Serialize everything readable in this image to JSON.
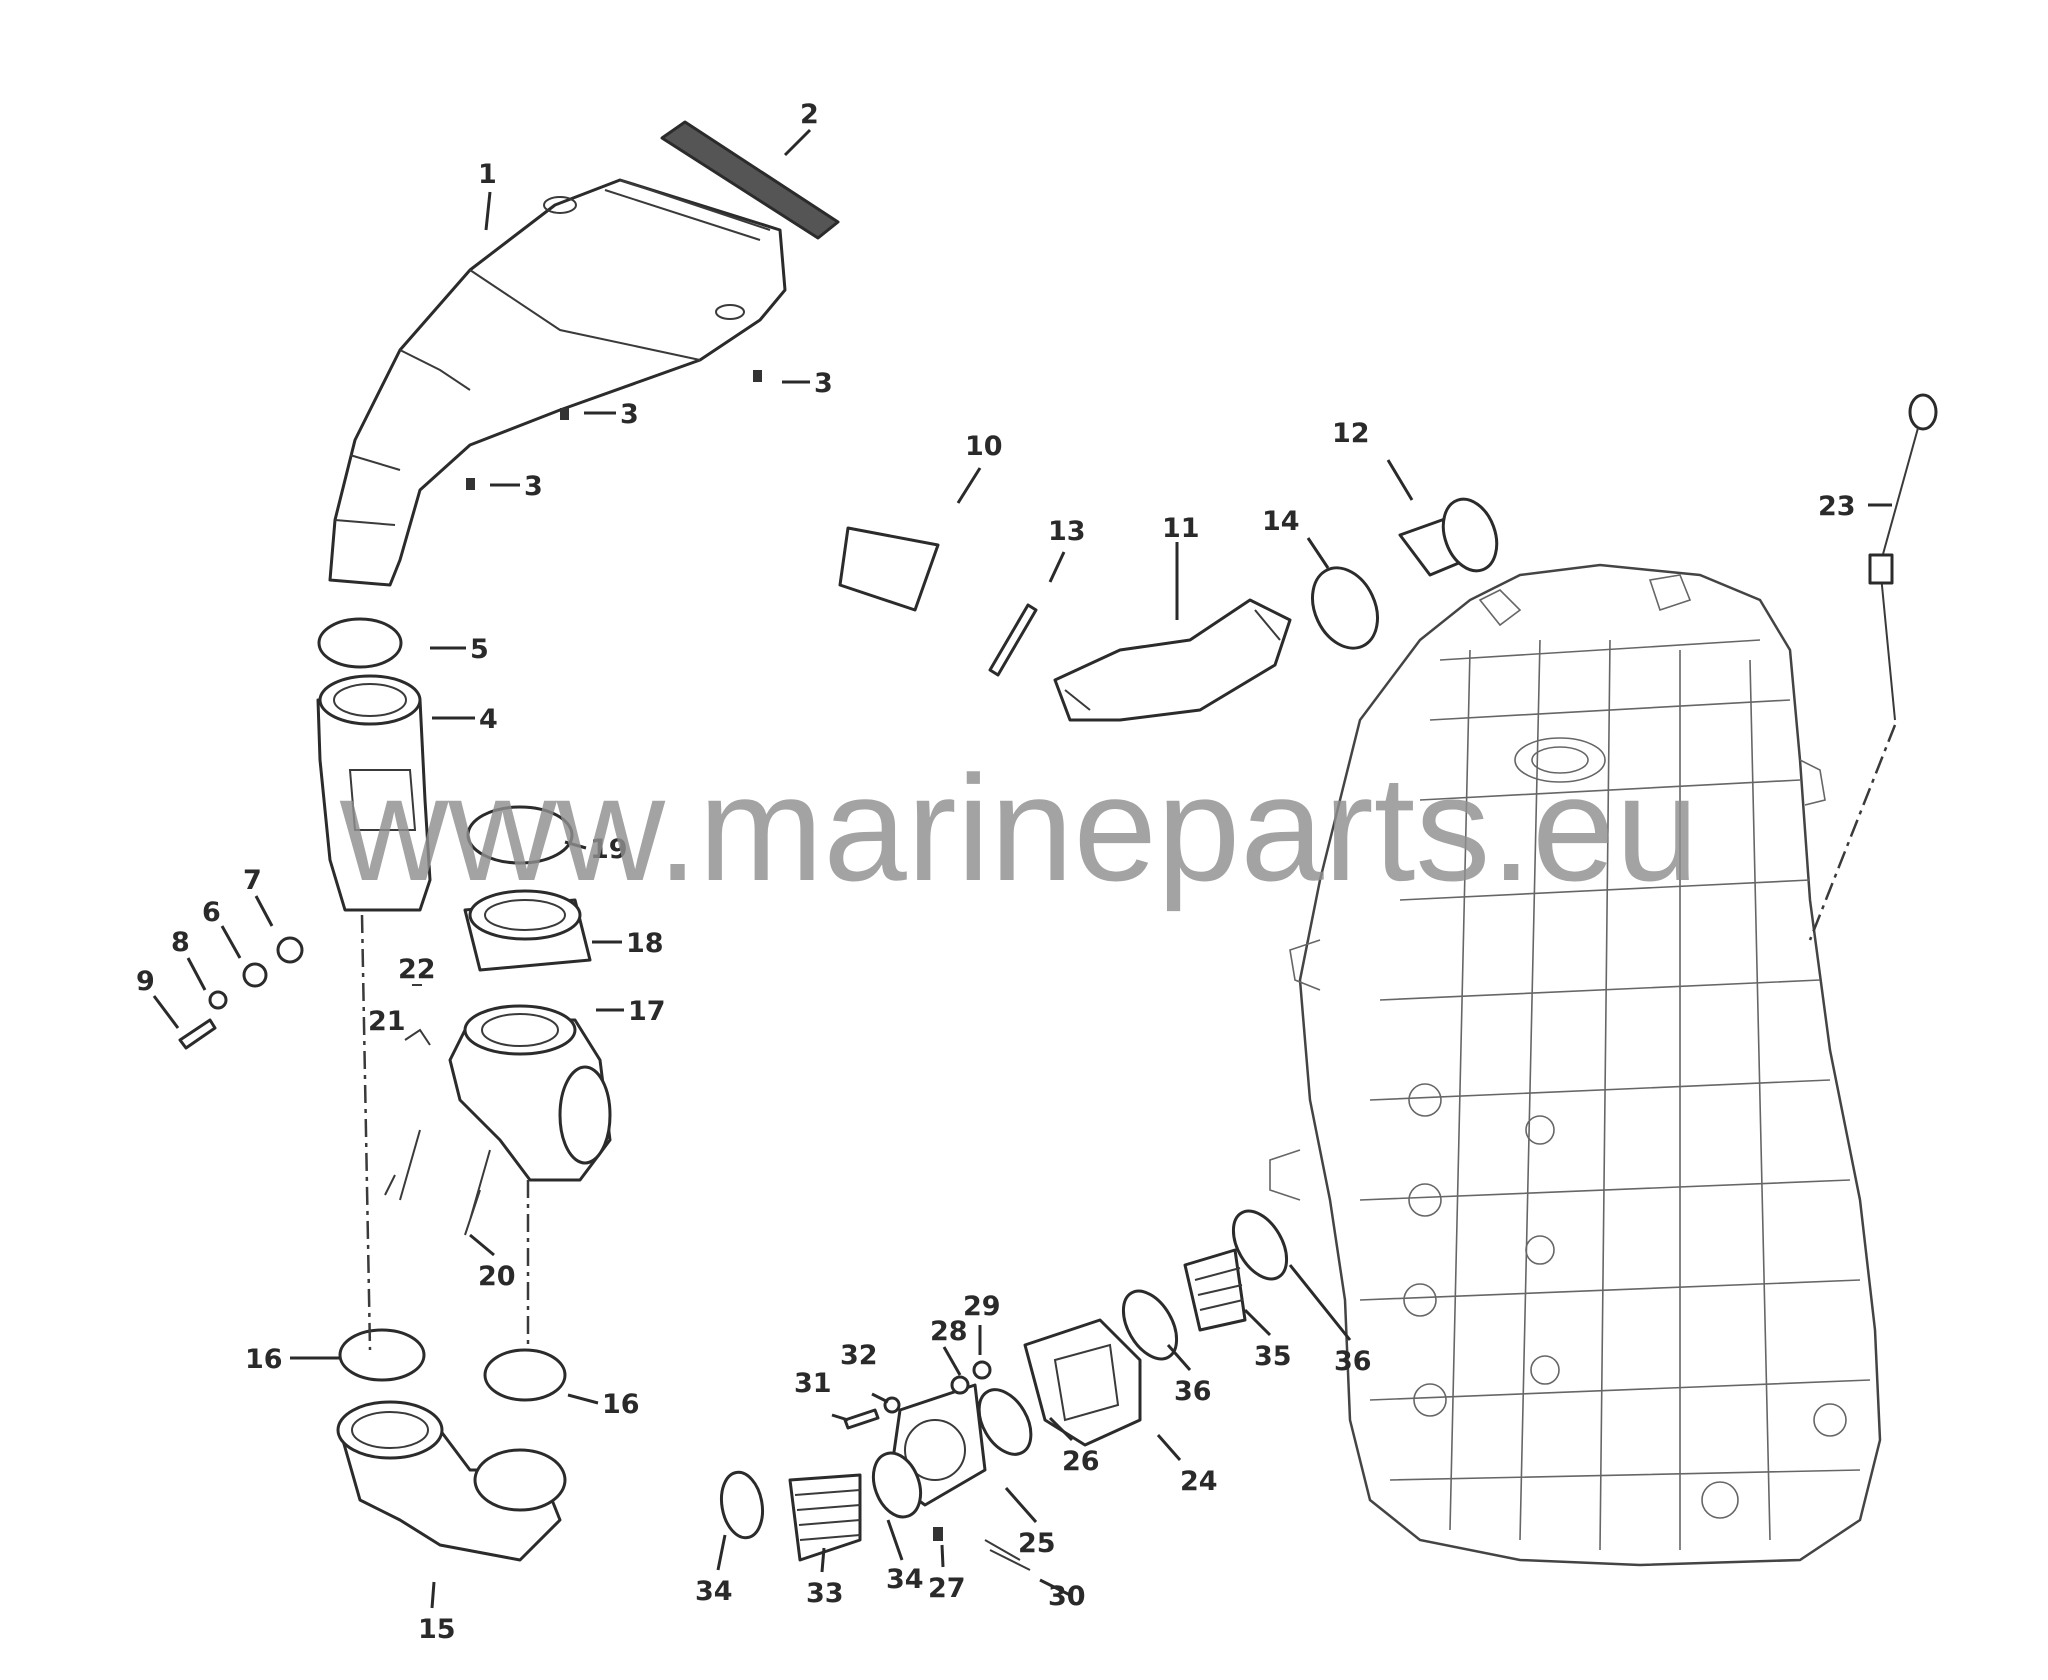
{
  "watermark": "www.marineparts.eu",
  "callouts": [
    {
      "label": "1"
    },
    {
      "label": "2"
    },
    {
      "label": "3"
    },
    {
      "label": "3"
    },
    {
      "label": "3"
    },
    {
      "label": "4"
    },
    {
      "label": "5"
    },
    {
      "label": "6"
    },
    {
      "label": "7"
    },
    {
      "label": "8"
    },
    {
      "label": "9"
    },
    {
      "label": "10"
    },
    {
      "label": "11"
    },
    {
      "label": "12"
    },
    {
      "label": "13"
    },
    {
      "label": "14"
    },
    {
      "label": "15"
    },
    {
      "label": "16"
    },
    {
      "label": "16"
    },
    {
      "label": "17"
    },
    {
      "label": "18"
    },
    {
      "label": "19"
    },
    {
      "label": "20"
    },
    {
      "label": "21"
    },
    {
      "label": "22"
    },
    {
      "label": "23"
    },
    {
      "label": "24"
    },
    {
      "label": "25"
    },
    {
      "label": "26"
    },
    {
      "label": "27"
    },
    {
      "label": "28"
    },
    {
      "label": "29"
    },
    {
      "label": "30"
    },
    {
      "label": "31"
    },
    {
      "label": "32"
    },
    {
      "label": "33"
    },
    {
      "label": "34"
    },
    {
      "label": "34"
    },
    {
      "label": "35"
    },
    {
      "label": "36"
    },
    {
      "label": "36"
    }
  ]
}
